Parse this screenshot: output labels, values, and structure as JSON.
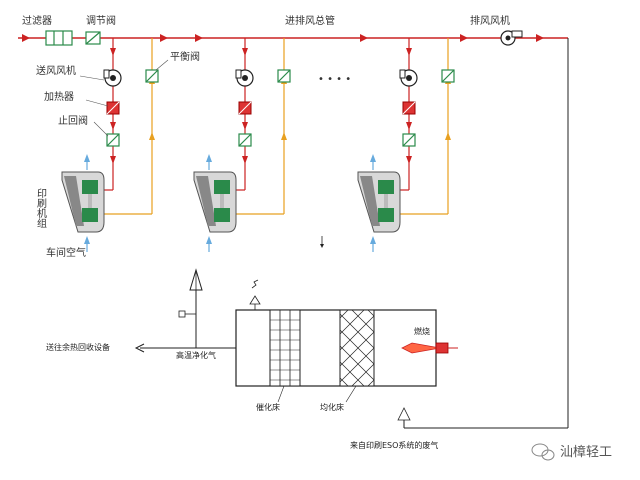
{
  "labels": {
    "filter": "过滤器",
    "damper": "调节阀",
    "main_duct": "进排风总管",
    "exhaust_fan": "排风风机",
    "supply_fan": "送风风机",
    "balance_valve": "平衡阀",
    "heater": "加热器",
    "check_valve": "止回阀",
    "printing_unit": "印刷机组",
    "workshop_air": "车间空气",
    "ellipsis": "• • • •",
    "heat_recovery": "送往余热回收设备",
    "clean_gas": "高温净化气",
    "catalytic_bed": "催化床",
    "uniform_bed": "均化床",
    "burner": "燃烧",
    "exhaust_gas_in": "来自印刷ESO系统的废气",
    "watermark": "汕樟轻工"
  },
  "colors": {
    "supply_line": "#cc2222",
    "return_line": "#e8a020",
    "exhaust_line": "#cc2222",
    "valve_green": "#2a8a4a",
    "heater_red": "#dd3333",
    "bed_fill": "#ffffff",
    "black": "#222222"
  },
  "icons": {
    "fan": "fan-icon",
    "valve": "valve-icon",
    "heater": "heater-icon",
    "watermark": "wechat-icon"
  }
}
